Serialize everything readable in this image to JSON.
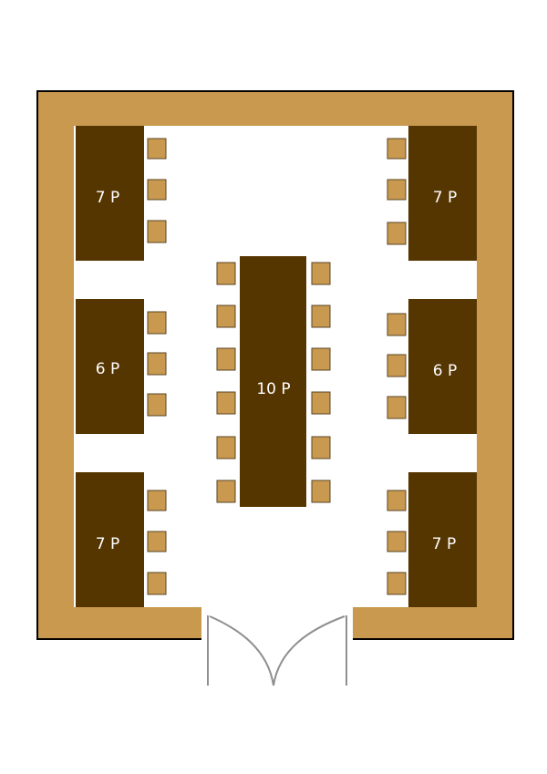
{
  "colors": {
    "wall": "#c8994f",
    "wall_outline": "#000000",
    "table": "#553500",
    "chair": "#c8994f",
    "chair_outline": "#5a4526",
    "floor": "#ffffff",
    "door_line": "#8f8f8f",
    "label": "#ffffff"
  },
  "tables": [
    {
      "id": "left-top",
      "label": "7 P",
      "chairs": 3
    },
    {
      "id": "left-middle",
      "label": "6 P",
      "chairs": 3
    },
    {
      "id": "left-bottom",
      "label": "7 P",
      "chairs": 3
    },
    {
      "id": "right-top",
      "label": "7 P",
      "chairs": 3
    },
    {
      "id": "right-middle",
      "label": "6 P",
      "chairs": 3
    },
    {
      "id": "right-bottom",
      "label": "7 P",
      "chairs": 3
    },
    {
      "id": "center",
      "label": "10 P",
      "chairs": 12
    }
  ],
  "doors": [
    {
      "id": "left-door-leaf"
    },
    {
      "id": "right-door-leaf"
    }
  ]
}
